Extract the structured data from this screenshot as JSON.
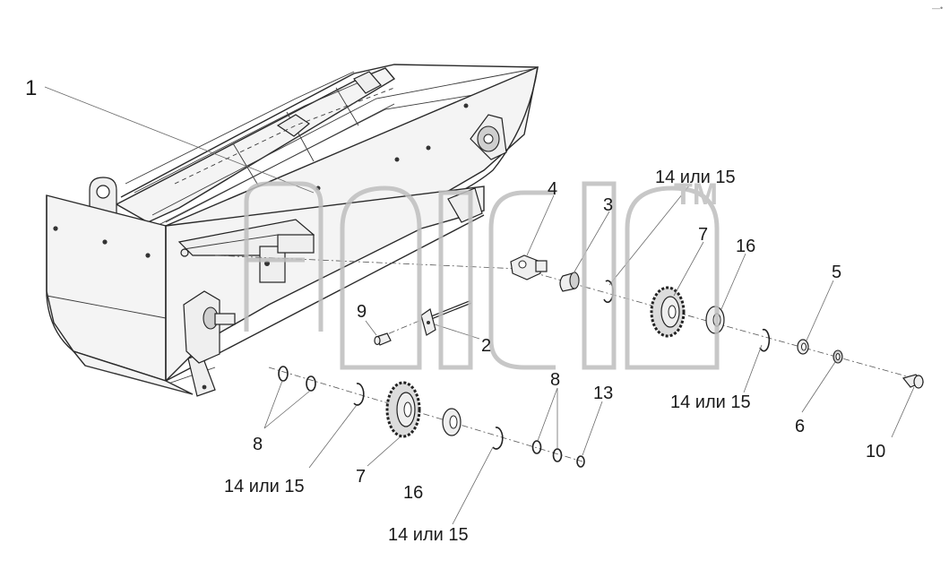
{
  "diagram": {
    "labels": {
      "l1": "1",
      "l2": "2",
      "l3": "3",
      "l4": "4",
      "l5": "5",
      "l6": "6",
      "l7a": "7",
      "l7b": "7",
      "l8a": "8",
      "l8b": "8",
      "l9": "9",
      "l10": "10",
      "l13": "13",
      "l16a": "16",
      "l16b": "16",
      "l14a": "14 или 15",
      "l14b": "14 или 15",
      "l14c": "14 или 15",
      "l14d": "14 или 15"
    },
    "watermark": {
      "trademark": "TM",
      "icon": "watermark-logo"
    },
    "corner_mark": "—•"
  }
}
